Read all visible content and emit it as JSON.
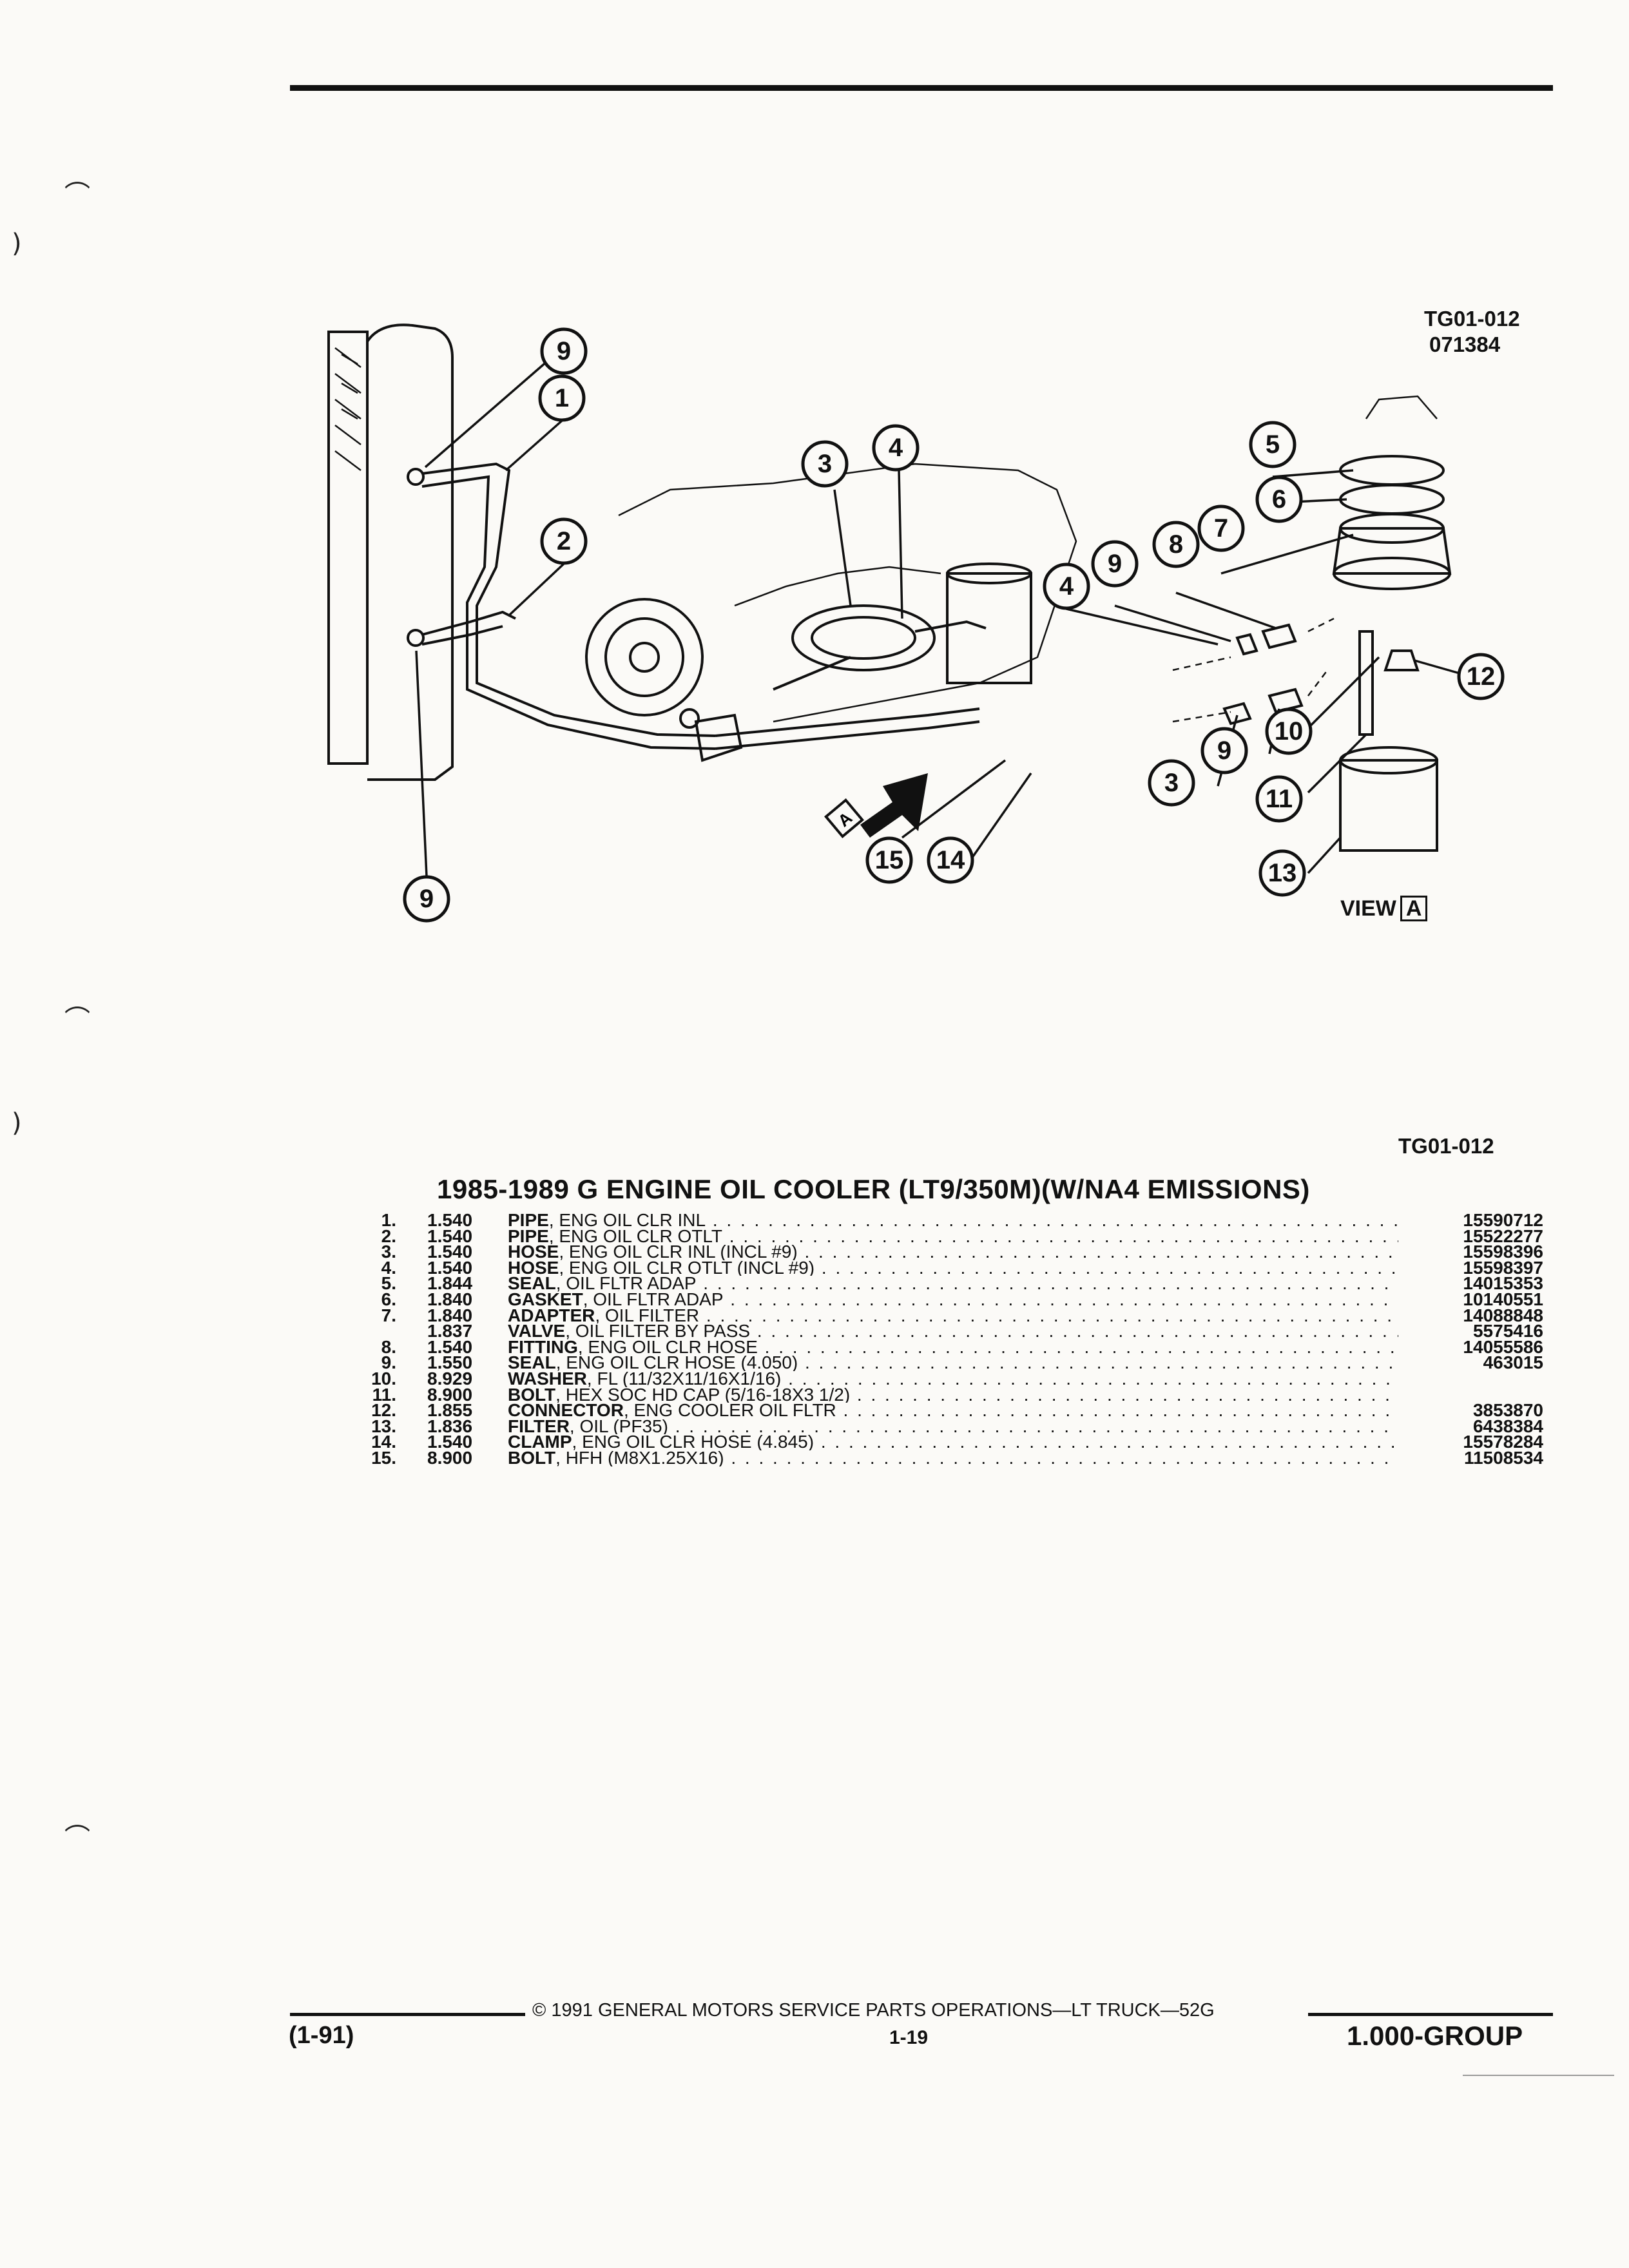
{
  "figure": {
    "code": "TG01-012",
    "date_code": "071384",
    "callouts": [
      "1",
      "2",
      "3",
      "4",
      "5",
      "6",
      "7",
      "8",
      "9",
      "10",
      "11",
      "12",
      "13",
      "14",
      "15"
    ],
    "view_word": "VIEW",
    "view_letter": "A",
    "arrow_letter": "A"
  },
  "parts_table": {
    "code": "TG01-012",
    "title": "1985-1989 G ENGINE OIL COOLER (LT9/350M)(W/NA4 EMISSIONS)",
    "rows": [
      {
        "num": "1.",
        "group": "1.540",
        "name": "PIPE",
        "rest": ", ENG OIL CLR INL",
        "part": "15590712"
      },
      {
        "num": "2.",
        "group": "1.540",
        "name": "PIPE",
        "rest": ", ENG OIL CLR OTLT",
        "part": "15522277"
      },
      {
        "num": "3.",
        "group": "1.540",
        "name": "HOSE",
        "rest": ", ENG OIL CLR INL (INCL #9)",
        "part": "15598396"
      },
      {
        "num": "4.",
        "group": "1.540",
        "name": "HOSE",
        "rest": ", ENG OIL CLR OTLT (INCL #9)",
        "part": "15598397"
      },
      {
        "num": "5.",
        "group": "1.844",
        "name": "SEAL",
        "rest": ", OIL FLTR ADAP",
        "part": "14015353"
      },
      {
        "num": "6.",
        "group": "1.840",
        "name": "GASKET",
        "rest": ", OIL FLTR ADAP",
        "part": "10140551"
      },
      {
        "num": "7.",
        "group": "1.840",
        "name": "ADAPTER",
        "rest": ", OIL FILTER",
        "part": "14088848"
      },
      {
        "num": "",
        "group": "1.837",
        "name": "VALVE",
        "rest": ", OIL FILTER BY PASS",
        "part": "5575416"
      },
      {
        "num": "8.",
        "group": "1.540",
        "name": "FITTING",
        "rest": ", ENG OIL CLR HOSE",
        "part": "14055586"
      },
      {
        "num": "9.",
        "group": "1.550",
        "name": "SEAL",
        "rest": ", ENG OIL CLR HOSE (4.050)",
        "part": "463015"
      },
      {
        "num": "10.",
        "group": "8.929",
        "name": "WASHER",
        "rest": ", FL (11/32X11/16X1/16)",
        "part": ""
      },
      {
        "num": "11.",
        "group": "8.900",
        "name": "BOLT",
        "rest": ", HEX SOC HD CAP (5/16-18X3 1/2)",
        "part": ""
      },
      {
        "num": "12.",
        "group": "1.855",
        "name": "CONNECTOR",
        "rest": ", ENG COOLER OIL FLTR",
        "part": "3853870"
      },
      {
        "num": "13.",
        "group": "1.836",
        "name": "FILTER",
        "rest": ", OIL (PF35)",
        "part": "6438384"
      },
      {
        "num": "14.",
        "group": "1.540",
        "name": "CLAMP",
        "rest": ", ENG OIL CLR HOSE (4.845)",
        "part": "15578284"
      },
      {
        "num": "15.",
        "group": "8.900",
        "name": "BOLT",
        "rest": ", HFH (M8X1.25X16)",
        "part": "11508534"
      }
    ]
  },
  "footer": {
    "copyright": "© 1991 GENERAL MOTORS SERVICE PARTS OPERATIONS—LT TRUCK—52G",
    "date": "(1-91)",
    "page": "1-19",
    "group": "1.000-GROUP"
  }
}
